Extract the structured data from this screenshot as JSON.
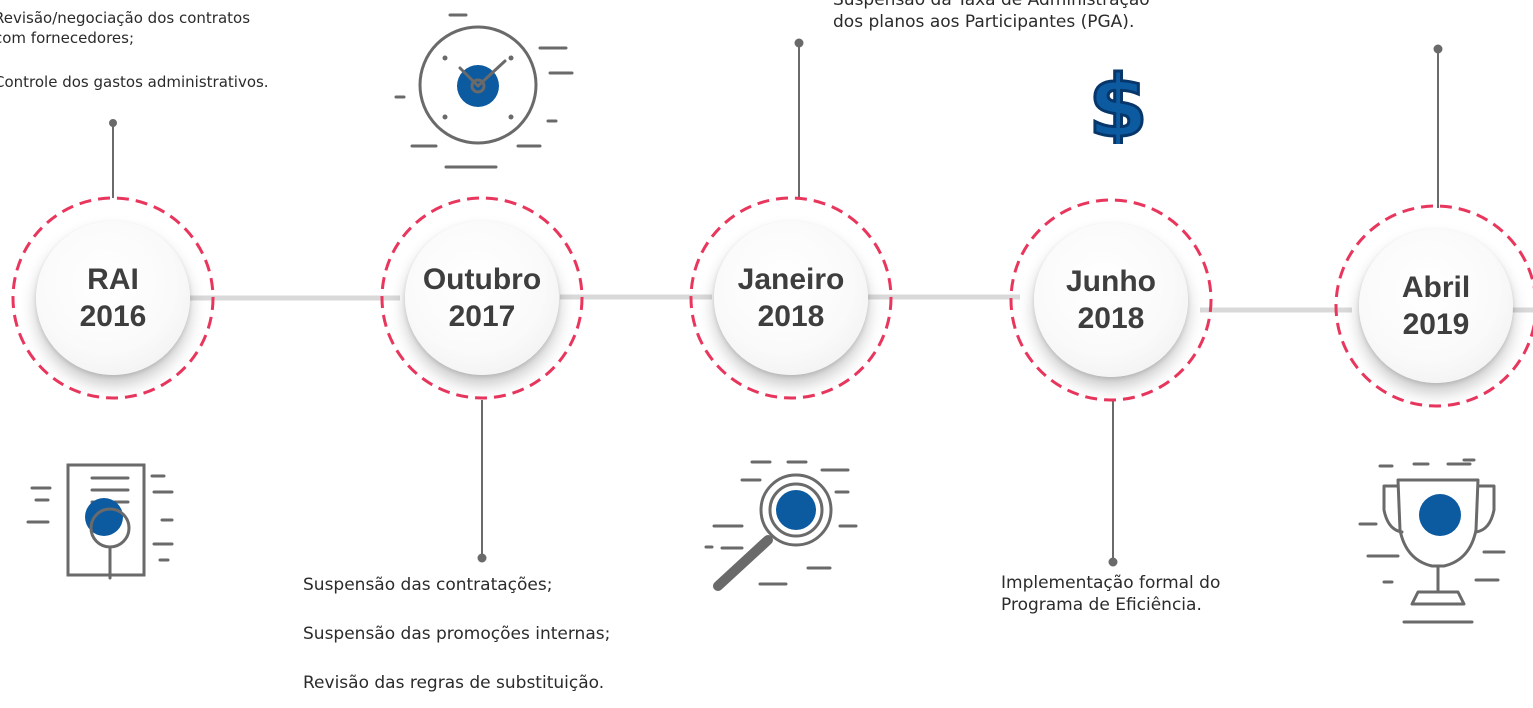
{
  "milestones": [
    {
      "line1": "RAI",
      "line2": "2016"
    },
    {
      "line1": "Outubro",
      "line2": "2017"
    },
    {
      "line1": "Janeiro",
      "line2": "2018"
    },
    {
      "line1": "Junho",
      "line2": "2018"
    },
    {
      "line1": "Abril",
      "line2": "2019"
    }
  ],
  "notes": {
    "rai_2016": [
      "Revisão/negociação dos contratos",
      "com fornecedores;",
      "Controle dos gastos administrativos."
    ],
    "out_2017": [
      "Suspensão das contratações;",
      "Suspensão das promoções internas;",
      "Revisão das regras de substituição."
    ],
    "jan_2018": [
      "Suspensão da Taxa de Administração",
      "dos planos aos Participantes (PGA)."
    ],
    "jun_2018": [
      "Implementação formal do",
      "Programa de Eficiência."
    ]
  },
  "icons": {
    "rai_2016": "document-search-icon",
    "out_2017": "clock-icon",
    "jan_2018": "magnifier-icon",
    "jan_2018_top": "dollar-icon",
    "abr_2019": "trophy-icon"
  },
  "colors": {
    "accent_blue": "#0c5aa0",
    "dash_red": "#e8365d",
    "line_gray": "#d6d6d6",
    "icon_gray": "#6a6a6a"
  }
}
